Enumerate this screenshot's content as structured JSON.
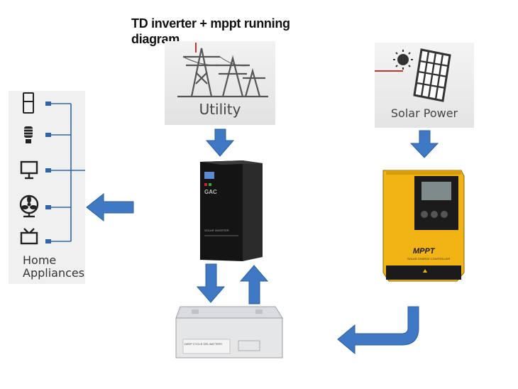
{
  "title_line1": "TD inverter + mppt running",
  "title_line2": "diagram",
  "utility": {
    "label": "Utility"
  },
  "solar": {
    "label": "Solar Power"
  },
  "home": {
    "label_line1": "Home",
    "label_line2": "Appliances"
  },
  "inverter": {
    "brand": "GAC",
    "panel_text": "SOLAR INVERTER"
  },
  "mppt": {
    "name": "MPPT",
    "subtitle": "SOLAR CHARGE CONTROLLER"
  },
  "battery": {
    "label": "DEEP CYCLE GEL BATTERY"
  },
  "colors": {
    "arrow": "#3f78c3",
    "mppt_yellow": "#f2b315",
    "inverter_black": "#141414"
  }
}
